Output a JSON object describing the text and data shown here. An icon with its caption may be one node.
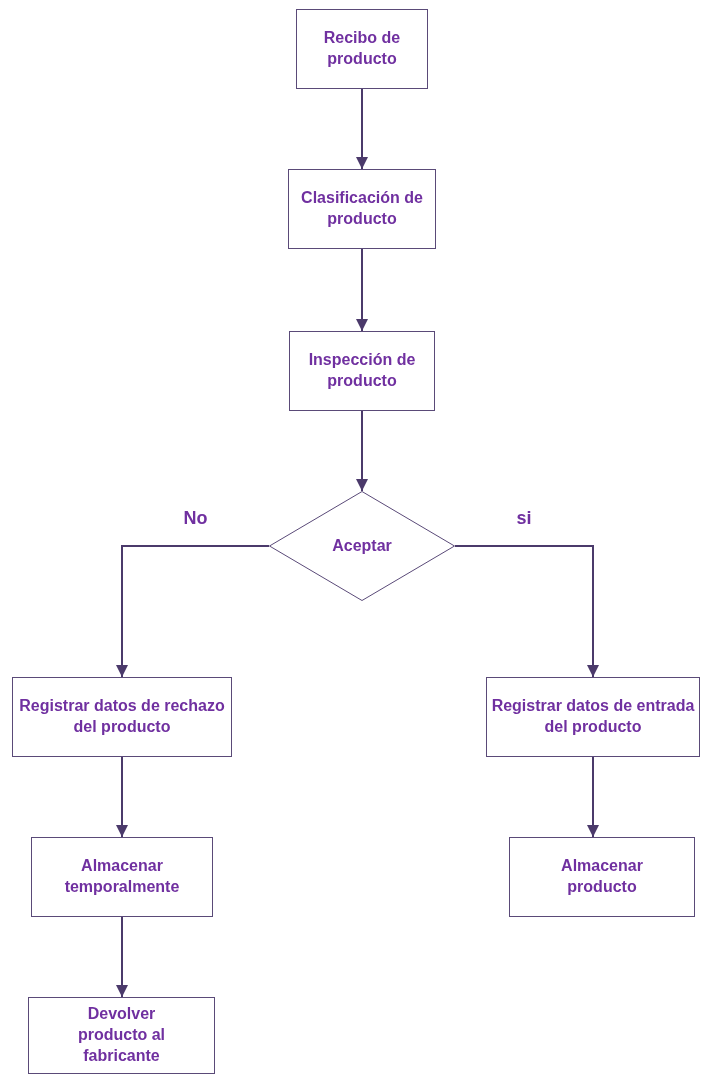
{
  "diagram": {
    "nodes": [
      {
        "text": [
          "Recibo de producto"
        ]
      },
      {
        "text": [
          "Clasificación de producto"
        ]
      },
      {
        "text": [
          "Inspección de producto"
        ]
      },
      {
        "text": [
          "Aceptar"
        ]
      },
      {
        "text": [
          "Registrar datos de rechazo del producto"
        ]
      },
      {
        "text": [
          "Registrar datos de entrada del producto"
        ]
      },
      {
        "text": [
          "Almacenar temporalmente"
        ]
      },
      {
        "text": [
          "Almacenar producto"
        ]
      },
      {
        "text": [
          "Devolver producto al fabricante"
        ]
      }
    ],
    "edges": [
      {
        "from": 0,
        "to": 1,
        "arrow": "to"
      },
      {
        "from": 1,
        "to": 2,
        "arrow": "to"
      },
      {
        "from": 2,
        "to": 3,
        "arrow": "to"
      },
      {
        "from": 3,
        "to": 4,
        "arrow": "to",
        "label": "No"
      },
      {
        "from": 3,
        "to": 5,
        "arrow": "to",
        "label": "si"
      },
      {
        "from": 4,
        "to": 6,
        "arrow": "to"
      },
      {
        "from": 6,
        "to": 8,
        "arrow": "to"
      },
      {
        "from": 5,
        "to": 7,
        "arrow": "to"
      }
    ]
  }
}
